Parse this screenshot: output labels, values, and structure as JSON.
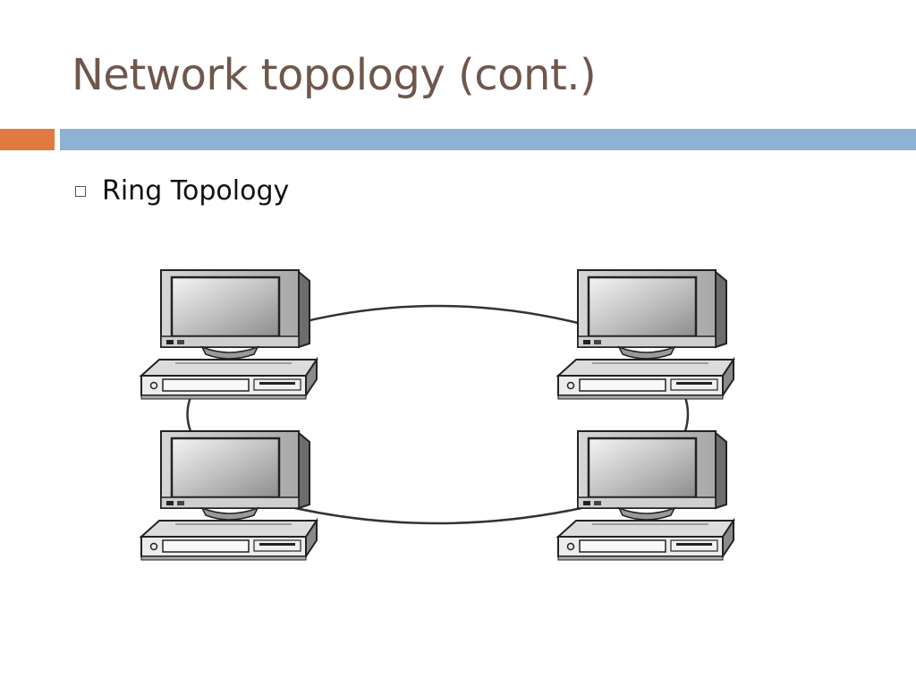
{
  "slide": {
    "title": "Network topology (cont.)",
    "bullet": "Ring Topology"
  },
  "colors": {
    "title": "#6f574c",
    "accent_orange": "#e07a3f",
    "accent_blue": "#8fb2d3"
  },
  "diagram": {
    "nodes": [
      {
        "id": "top-left",
        "icon": "desktop-computer-icon"
      },
      {
        "id": "top-right",
        "icon": "desktop-computer-icon"
      },
      {
        "id": "bottom-left",
        "icon": "desktop-computer-icon"
      },
      {
        "id": "bottom-right",
        "icon": "desktop-computer-icon"
      }
    ],
    "links": [
      [
        "top-left",
        "top-right"
      ],
      [
        "top-right",
        "bottom-right"
      ],
      [
        "bottom-right",
        "bottom-left"
      ],
      [
        "bottom-left",
        "top-left"
      ]
    ]
  }
}
